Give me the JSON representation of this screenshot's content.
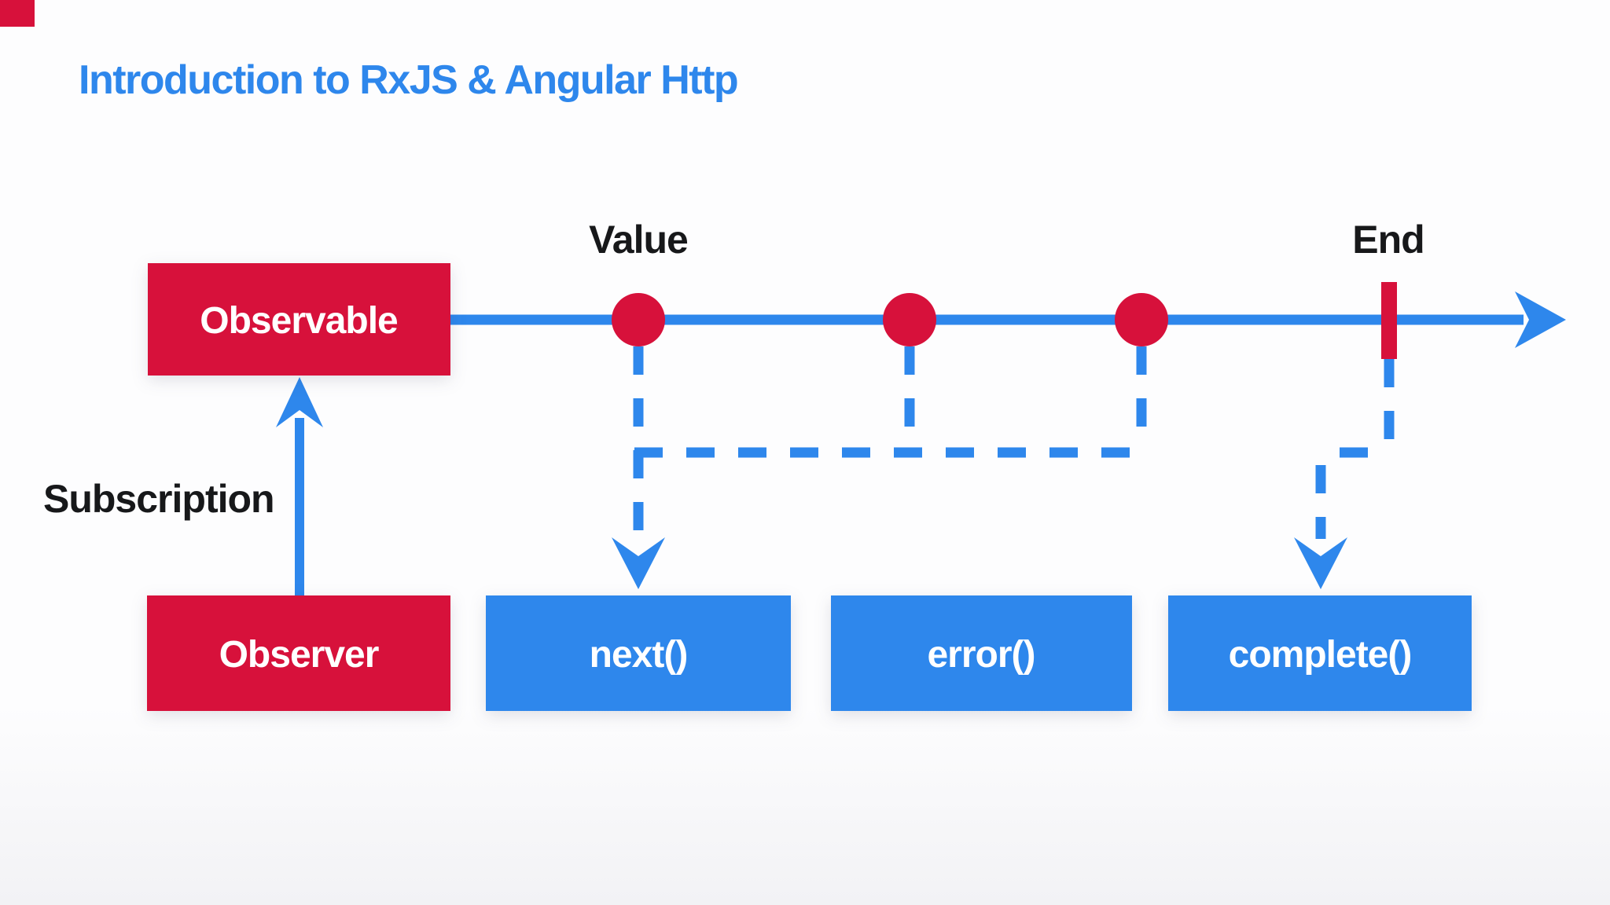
{
  "title": "Introduction to RxJS & Angular Http",
  "colors": {
    "blue": "#2E87EC",
    "red": "#D7113B",
    "ink": "#17181A",
    "page_top": "#FDFDFE",
    "page_bottom": "#F2F2F5"
  },
  "nodes": {
    "observable": "Observable",
    "observer": "Observer",
    "next": "next()",
    "error": "error()",
    "complete": "complete()"
  },
  "labels": {
    "value": "Value",
    "end": "End",
    "subscription": "Subscription"
  },
  "timeline": {
    "event_dot_count": 3,
    "has_end_marker": true
  }
}
